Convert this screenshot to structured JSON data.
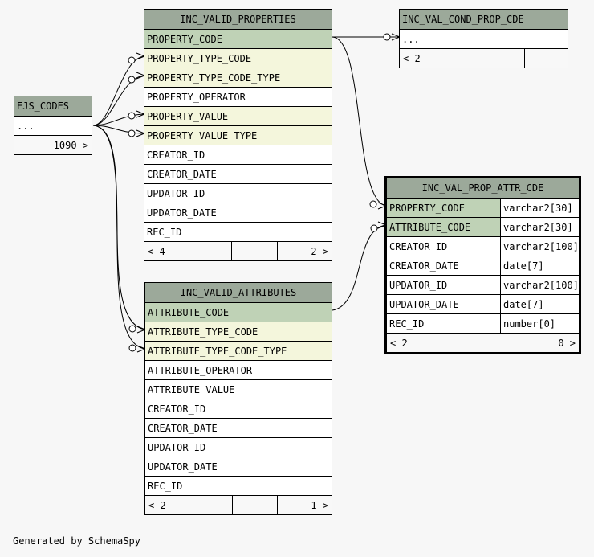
{
  "tables": {
    "inc_valid_properties": {
      "name": "INC_VALID_PROPERTIES",
      "columns": [
        "PROPERTY_CODE",
        "PROPERTY_TYPE_CODE",
        "PROPERTY_TYPE_CODE_TYPE",
        "PROPERTY_OPERATOR",
        "PROPERTY_VALUE",
        "PROPERTY_VALUE_TYPE",
        "CREATOR_ID",
        "CREATOR_DATE",
        "UPDATOR_ID",
        "UPDATOR_DATE",
        "REC_ID"
      ],
      "footer_left": "< 4",
      "footer_right": "2 >"
    },
    "inc_val_cond_prop_cde": {
      "name": "INC_VAL_COND_PROP_CDE",
      "columns": [
        "..."
      ],
      "footer_left": "< 2"
    },
    "ejs_codes": {
      "name": "EJS_CODES",
      "columns": [
        "..."
      ],
      "footer_right": "1090 >"
    },
    "inc_val_prop_attr_cde": {
      "name": "INC_VAL_PROP_ATTR_CDE",
      "columns": [
        {
          "name": "PROPERTY_CODE",
          "type": "varchar2[30]"
        },
        {
          "name": "ATTRIBUTE_CODE",
          "type": "varchar2[30]"
        },
        {
          "name": "CREATOR_ID",
          "type": "varchar2[100]"
        },
        {
          "name": "CREATOR_DATE",
          "type": "date[7]"
        },
        {
          "name": "UPDATOR_ID",
          "type": "varchar2[100]"
        },
        {
          "name": "UPDATOR_DATE",
          "type": "date[7]"
        },
        {
          "name": "REC_ID",
          "type": "number[0]"
        }
      ],
      "footer_left": "< 2",
      "footer_right": "0 >"
    },
    "inc_valid_attributes": {
      "name": "INC_VALID_ATTRIBUTES",
      "columns": [
        "ATTRIBUTE_CODE",
        "ATTRIBUTE_TYPE_CODE",
        "ATTRIBUTE_TYPE_CODE_TYPE",
        "ATTRIBUTE_OPERATOR",
        "ATTRIBUTE_VALUE",
        "CREATOR_ID",
        "CREATOR_DATE",
        "UPDATOR_ID",
        "UPDATOR_DATE",
        "REC_ID"
      ],
      "footer_left": "< 2",
      "footer_right": "1 >"
    }
  },
  "colors": {
    "title": "#9ca99a",
    "primary_key": "#bfd2b6",
    "foreign_key": "#f4f6dc",
    "plain": "#ffffff",
    "background": "#f7f7f7"
  },
  "footnote": "Generated by SchemaSpy"
}
